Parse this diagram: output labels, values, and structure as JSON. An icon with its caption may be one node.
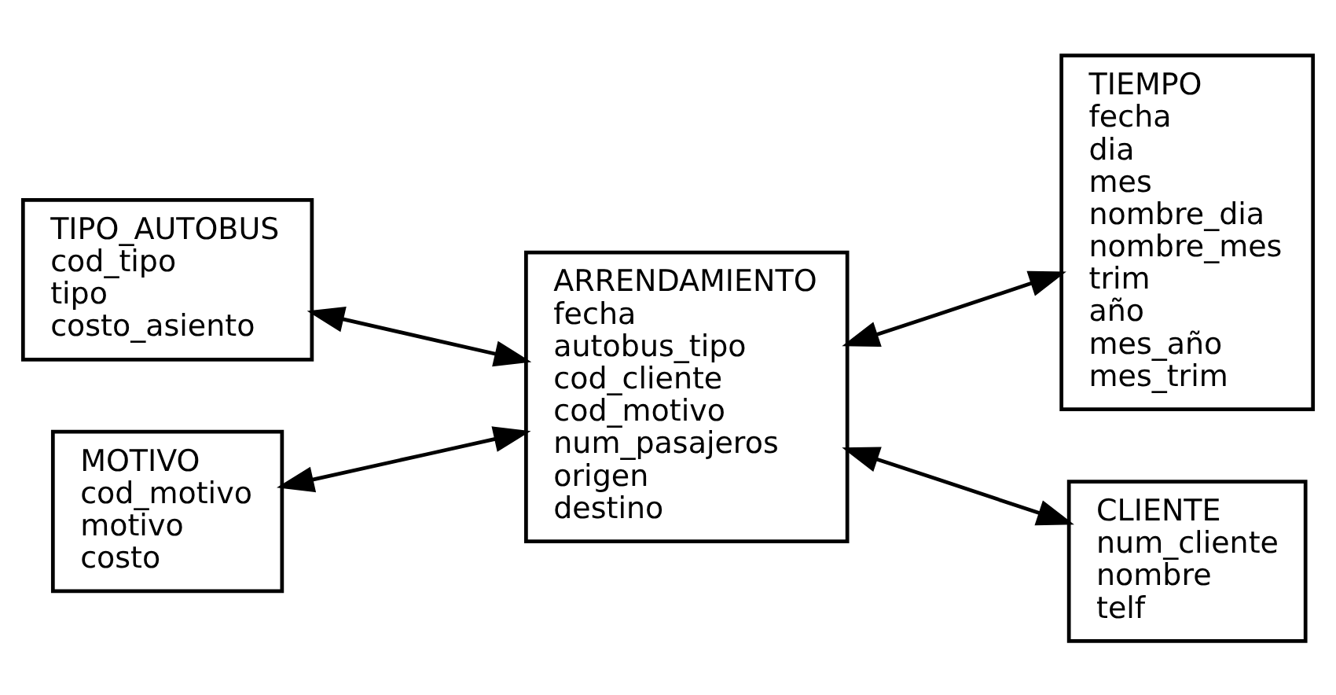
{
  "diagram": {
    "nodes": [
      {
        "text": [
          "TIPO_AUTOBUS",
          "cod_tipo",
          "tipo",
          "costo_asiento"
        ]
      },
      {
        "text": [
          "TIEMPO",
          "fecha",
          "dia",
          "mes",
          "nombre_dia",
          "nombre_mes",
          "trim",
          "año",
          "mes_año",
          "mes_trim"
        ]
      },
      {
        "text": [
          "MOTIVO",
          "cod_motivo",
          "motivo",
          "costo"
        ]
      },
      {
        "text": [
          "ARRENDAMIENTO",
          "fecha",
          "autobus_tipo",
          "cod_cliente",
          "cod_motivo",
          "num_pasajeros",
          "origen",
          "destino"
        ]
      },
      {
        "text": [
          "CLIENTE",
          "num_cliente",
          "nombre",
          "telf"
        ]
      }
    ],
    "edges": [
      {
        "from": 0,
        "to": 3,
        "arrow": "both"
      },
      {
        "from": 2,
        "to": 3,
        "arrow": "both"
      },
      {
        "from": 3,
        "to": 1,
        "arrow": "both"
      },
      {
        "from": 3,
        "to": 4,
        "arrow": "both"
      }
    ]
  }
}
